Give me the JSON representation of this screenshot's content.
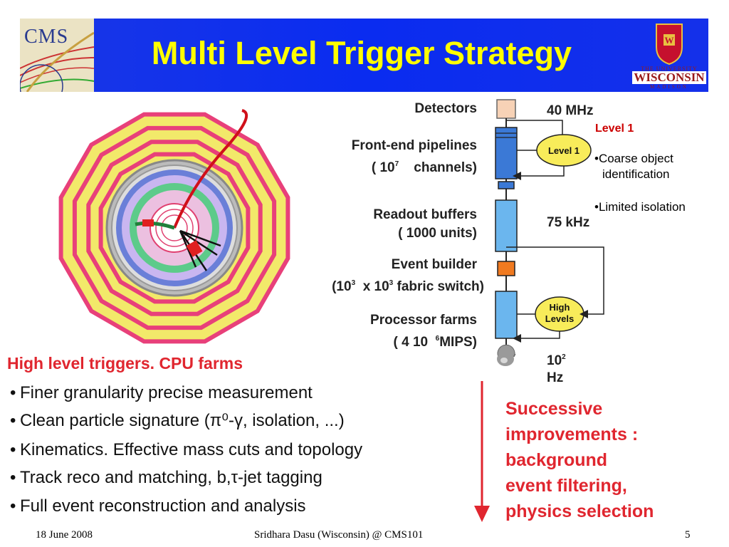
{
  "header": {
    "title": "Multi Level Trigger Strategy",
    "cms_logo_text": "CMS",
    "uw_logo": {
      "line1": "THE UNIVERSITY",
      "line2": "WISCONSIN",
      "line3": "MADISON"
    }
  },
  "flow": {
    "detectors": "Detectors",
    "frontend_line1": "Front-end pipelines",
    "frontend_line2_pre": "( 10",
    "frontend_line2_sup": "7",
    "frontend_line2_post": "channels)",
    "readout_line1": "Readout buffers",
    "readout_line2": "( 1000 units)",
    "eventbuilder_line1": "Event builder",
    "eventbuilder_line2_a": "(10",
    "eventbuilder_line2_sup1": "3",
    "eventbuilder_line2_b": "x  10",
    "eventbuilder_line2_sup2": "3",
    "eventbuilder_line2_c": "fabric switch)",
    "processor_line1": "Processor farms",
    "processor_line2_pre": "( 4  10",
    "processor_line2_sup": "6",
    "processor_line2_post": "MIPS)",
    "rate1": "40 MHz",
    "rate2": "75 kHz",
    "rate3_base": "10",
    "rate3_sup": "2",
    "rate3_unit": "Hz",
    "level1_bubble": "Level 1",
    "high_levels_line1": "High",
    "high_levels_line2": "Levels"
  },
  "level1_notes": {
    "title": "Level 1",
    "item1_line1": "•Coarse object",
    "item1_line2": "identification",
    "item2": "•Limited isolation"
  },
  "hlt": {
    "title": "High level triggers. CPU farms",
    "bullets": [
      "Finer granularity precise measurement",
      "Clean particle signature (π⁰-γ, isolation, ...)",
      "Kinematics. Effective mass cuts and topology",
      "Track reco and matching, b,τ-jet tagging",
      "Full event reconstruction and analysis"
    ],
    "bullet_char": "•"
  },
  "successive": {
    "lines": [
      "Successive",
      "improvements :",
      "background",
      "event filtering,",
      "physics selection"
    ]
  },
  "footer": {
    "date": "18 June 2008",
    "author": "Sridhara Dasu (Wisconsin) @ CMS101",
    "page": "5"
  },
  "colors": {
    "banner": "#0a2cf0",
    "title": "#ffff00",
    "accent_red": "#e0262f",
    "box_blue": "#5aa9e6"
  }
}
